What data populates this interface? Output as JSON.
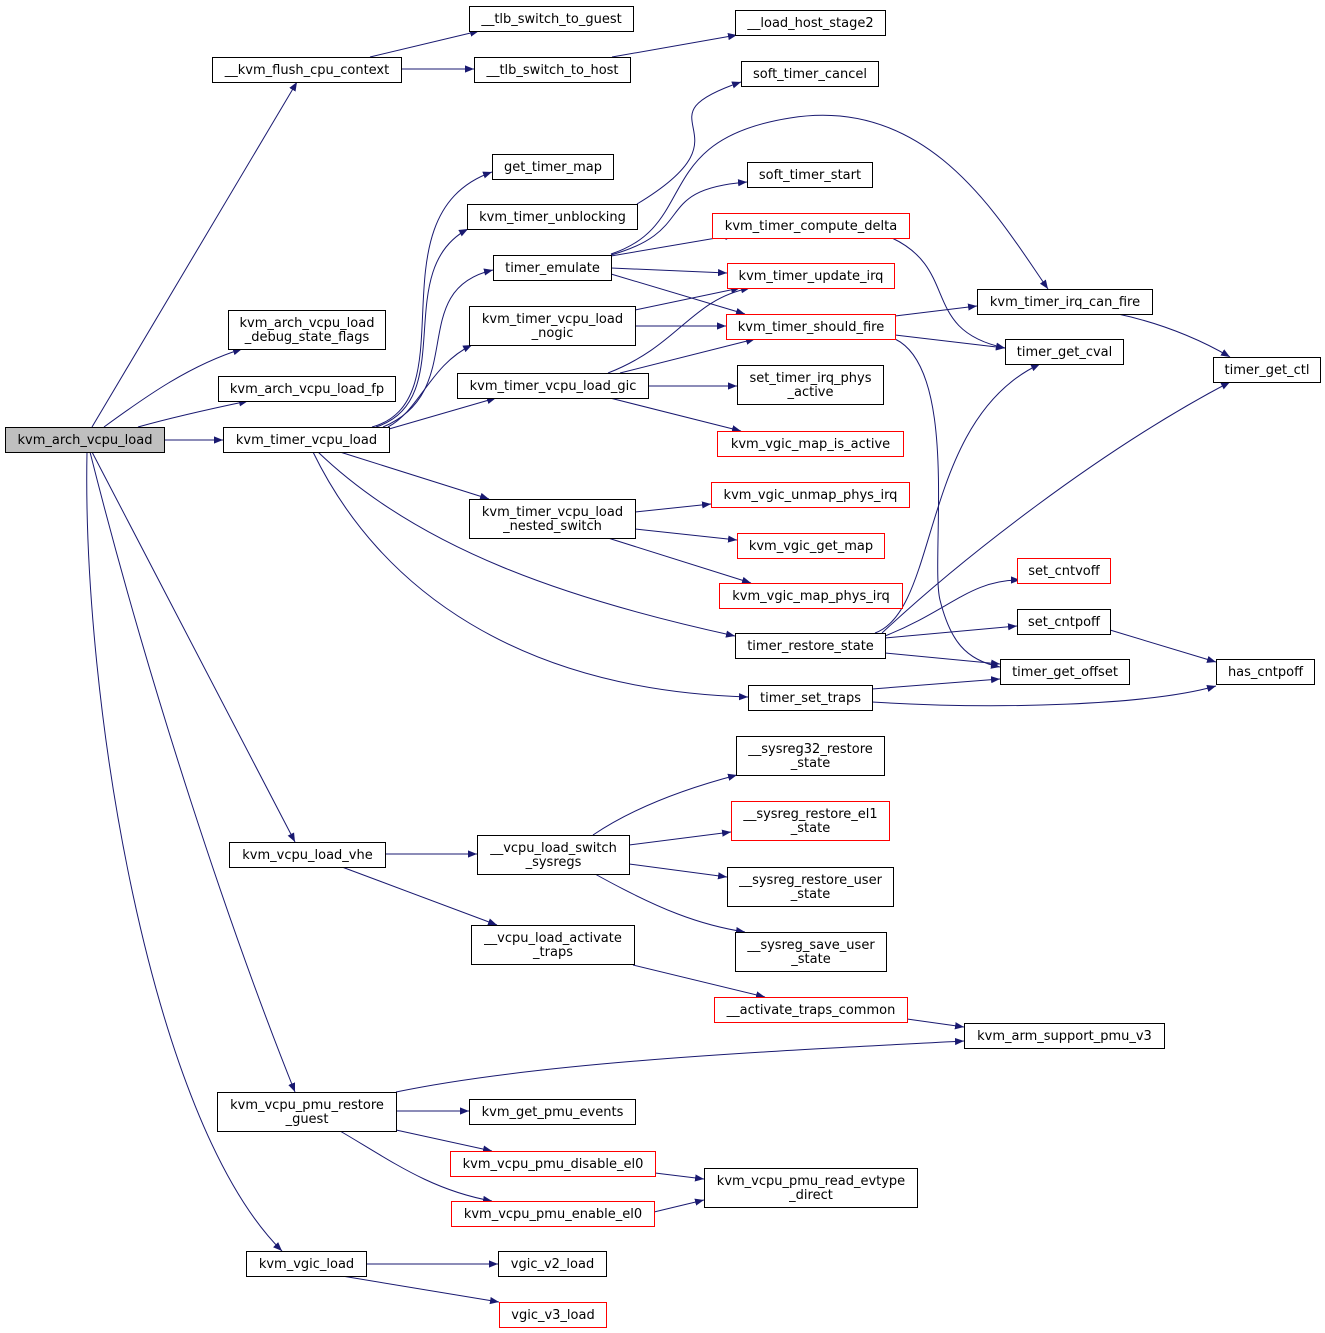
{
  "colors": {
    "edge": "#191970",
    "node_border": "#000000",
    "incomplete_border": "#ff0000",
    "root_fill": "#bfbfbf",
    "node_fill": "#ffffff"
  },
  "nodes": [
    {
      "id": "root",
      "lines": [
        "kvm_arch_vcpu_load"
      ],
      "root": true
    },
    {
      "id": "flush",
      "lines": [
        "__kvm_flush_cpu_context"
      ]
    },
    {
      "id": "tlbguest",
      "lines": [
        "__tlb_switch_to_guest"
      ]
    },
    {
      "id": "tlbhost",
      "lines": [
        "__tlb_switch_to_host"
      ]
    },
    {
      "id": "loadhost",
      "lines": [
        "__load_host_stage2"
      ]
    },
    {
      "id": "dbgflags",
      "lines": [
        "kvm_arch_vcpu_load",
        "_debug_state_flags"
      ]
    },
    {
      "id": "loadfp",
      "lines": [
        "kvm_arch_vcpu_load_fp"
      ]
    },
    {
      "id": "timerload",
      "lines": [
        "kvm_timer_vcpu_load"
      ]
    },
    {
      "id": "gettimermap",
      "lines": [
        "get_timer_map"
      ]
    },
    {
      "id": "unblocking",
      "lines": [
        "kvm_timer_unblocking"
      ]
    },
    {
      "id": "emulate",
      "lines": [
        "timer_emulate"
      ]
    },
    {
      "id": "nogic",
      "lines": [
        "kvm_timer_vcpu_load",
        "_nogic"
      ]
    },
    {
      "id": "loadgic",
      "lines": [
        "kvm_timer_vcpu_load_gic"
      ]
    },
    {
      "id": "nested",
      "lines": [
        "kvm_timer_vcpu_load",
        "_nested_switch"
      ]
    },
    {
      "id": "softcancel",
      "lines": [
        "soft_timer_cancel"
      ]
    },
    {
      "id": "softstart",
      "lines": [
        "soft_timer_start"
      ]
    },
    {
      "id": "delta",
      "lines": [
        "kvm_timer_compute_delta"
      ],
      "incomplete": true
    },
    {
      "id": "updateirq",
      "lines": [
        "kvm_timer_update_irq"
      ],
      "incomplete": true
    },
    {
      "id": "shouldfire",
      "lines": [
        "kvm_timer_should_fire"
      ],
      "incomplete": true
    },
    {
      "id": "irqphys",
      "lines": [
        "set_timer_irq_phys",
        "_active"
      ]
    },
    {
      "id": "mapactive",
      "lines": [
        "kvm_vgic_map_is_active"
      ],
      "incomplete": true
    },
    {
      "id": "unmap",
      "lines": [
        "kvm_vgic_unmap_phys_irq"
      ],
      "incomplete": true
    },
    {
      "id": "getmap",
      "lines": [
        "kvm_vgic_get_map"
      ],
      "incomplete": true
    },
    {
      "id": "mapphys",
      "lines": [
        "kvm_vgic_map_phys_irq"
      ],
      "incomplete": true
    },
    {
      "id": "restore",
      "lines": [
        "timer_restore_state"
      ]
    },
    {
      "id": "settraps",
      "lines": [
        "timer_set_traps"
      ]
    },
    {
      "id": "canfire",
      "lines": [
        "kvm_timer_irq_can_fire"
      ]
    },
    {
      "id": "getcval",
      "lines": [
        "timer_get_cval"
      ]
    },
    {
      "id": "getctl",
      "lines": [
        "timer_get_ctl"
      ]
    },
    {
      "id": "cntvoff",
      "lines": [
        "set_cntvoff"
      ],
      "incomplete": true
    },
    {
      "id": "cntpoff",
      "lines": [
        "set_cntpoff"
      ]
    },
    {
      "id": "getoffset",
      "lines": [
        "timer_get_offset"
      ]
    },
    {
      "id": "hascntpoff",
      "lines": [
        "has_cntpoff"
      ]
    },
    {
      "id": "vhe",
      "lines": [
        "kvm_vcpu_load_vhe"
      ]
    },
    {
      "id": "switchsys",
      "lines": [
        "__vcpu_load_switch",
        "_sysregs"
      ]
    },
    {
      "id": "activate",
      "lines": [
        "__vcpu_load_activate",
        "_traps"
      ]
    },
    {
      "id": "sys32",
      "lines": [
        "__sysreg32_restore",
        "_state"
      ]
    },
    {
      "id": "el1",
      "lines": [
        "__sysreg_restore_el1",
        "_state"
      ],
      "incomplete": true
    },
    {
      "id": "restoreuser",
      "lines": [
        "__sysreg_restore_user",
        "_state"
      ]
    },
    {
      "id": "saveuser",
      "lines": [
        "__sysreg_save_user",
        "_state"
      ]
    },
    {
      "id": "trapscommon",
      "lines": [
        "__activate_traps_common"
      ],
      "incomplete": true
    },
    {
      "id": "pmuv3",
      "lines": [
        "kvm_arm_support_pmu_v3"
      ]
    },
    {
      "id": "pmurestore",
      "lines": [
        "kvm_vcpu_pmu_restore",
        "_guest"
      ]
    },
    {
      "id": "pmuevents",
      "lines": [
        "kvm_get_pmu_events"
      ]
    },
    {
      "id": "pmudisable",
      "lines": [
        "kvm_vcpu_pmu_disable_el0"
      ],
      "incomplete": true
    },
    {
      "id": "pmuenable",
      "lines": [
        "kvm_vcpu_pmu_enable_el0"
      ],
      "incomplete": true
    },
    {
      "id": "evtype",
      "lines": [
        "kvm_vcpu_pmu_read_evtype",
        "_direct"
      ]
    },
    {
      "id": "vgicload",
      "lines": [
        "kvm_vgic_load"
      ]
    },
    {
      "id": "v2load",
      "lines": [
        "vgic_v2_load"
      ]
    },
    {
      "id": "v3load",
      "lines": [
        "vgic_v3_load"
      ],
      "incomplete": true
    }
  ]
}
